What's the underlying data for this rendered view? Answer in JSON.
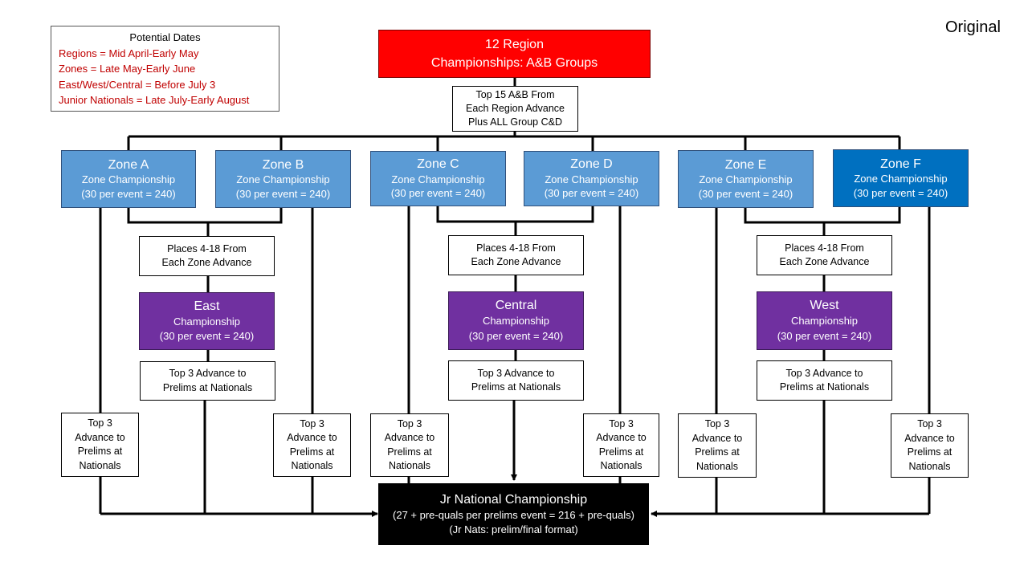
{
  "page_label": "Original",
  "legend": {
    "title": "Potential Dates",
    "items": [
      "Regions = Mid April-Early May",
      "Zones = Late May-Early June",
      "East/West/Central = Before July 3",
      "Junior Nationals = Late July-Early August"
    ],
    "item_color": "#c00000"
  },
  "region": {
    "line1": "12 Region",
    "line2": "Championships:  A&B Groups",
    "color": "#ff0000"
  },
  "region_advance": {
    "lines": [
      "Top 15 A&B From",
      "Each Region Advance",
      "Plus ALL Group C&D"
    ]
  },
  "zones": [
    {
      "title": "Zone A",
      "subtitle": "Zone Championship",
      "detail": "(30 per event = 240)",
      "color": "#5b9bd5"
    },
    {
      "title": "Zone B",
      "subtitle": "Zone Championship",
      "detail": "(30 per event = 240)",
      "color": "#5b9bd5"
    },
    {
      "title": "Zone C",
      "subtitle": "Zone Championship",
      "detail": "(30 per event = 240)",
      "color": "#5b9bd5"
    },
    {
      "title": "Zone D",
      "subtitle": "Zone Championship",
      "detail": "(30 per event = 240)",
      "color": "#5b9bd5"
    },
    {
      "title": "Zone E",
      "subtitle": "Zone Championship",
      "detail": "(30 per event = 240)",
      "color": "#5b9bd5"
    },
    {
      "title": "Zone F",
      "subtitle": "Zone Championship",
      "detail": "(30 per event = 240)",
      "color": "#0070c0"
    }
  ],
  "zone_advance": {
    "line1": "Places 4-18 From",
    "line2": "Each Zone Advance"
  },
  "sectionals": [
    {
      "title": "East",
      "subtitle": "Championship",
      "detail": "(30 per event = 240)",
      "color": "#7030a0"
    },
    {
      "title": "Central",
      "subtitle": "Championship",
      "detail": "(30 per event = 240)",
      "color": "#7030a0"
    },
    {
      "title": "West",
      "subtitle": "Championship",
      "detail": "(30 per event = 240)",
      "color": "#7030a0"
    }
  ],
  "sectional_advance": {
    "line1": "Top 3 Advance to",
    "line2": "Prelims at Nationals"
  },
  "zone_top3": {
    "lines": [
      "Top 3",
      "Advance to",
      "Prelims at",
      "Nationals"
    ]
  },
  "nationals": {
    "title": "Jr National Championship",
    "line2": "(27 + pre-quals per prelims event = 216 + pre-quals)",
    "line3": "(Jr Nats:  prelim/final format)",
    "color": "#000000"
  }
}
